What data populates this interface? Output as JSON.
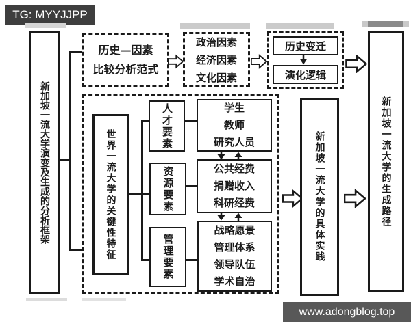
{
  "watermarks": {
    "tg": "TG: MYYJJPP",
    "site": "www.adongblog.top"
  },
  "boxes": {
    "framework": "新加坡一流大学演变及生成的分析框架",
    "paradigm_line1": "历史—因素",
    "paradigm_line2": "比较分析范式",
    "factors": [
      "政治因素",
      "经济因素",
      "文化因素"
    ],
    "history_change": "历史变迁",
    "evolution_logic": "演化逻辑",
    "key_features": "世界一流大学的关键性特征",
    "talent": "人才要素",
    "resource": "资源要素",
    "management": "管理要素",
    "talent_items": [
      "学生",
      "教师",
      "研究人员"
    ],
    "resource_items": [
      "公共经费",
      "捐赠收入",
      "科研经费"
    ],
    "management_items": [
      "战略愿景",
      "管理体系",
      "领导队伍",
      "学术自治"
    ],
    "practice": "新加坡一流大学的具体实践",
    "path": "新加坡一流大学的生成路径"
  }
}
